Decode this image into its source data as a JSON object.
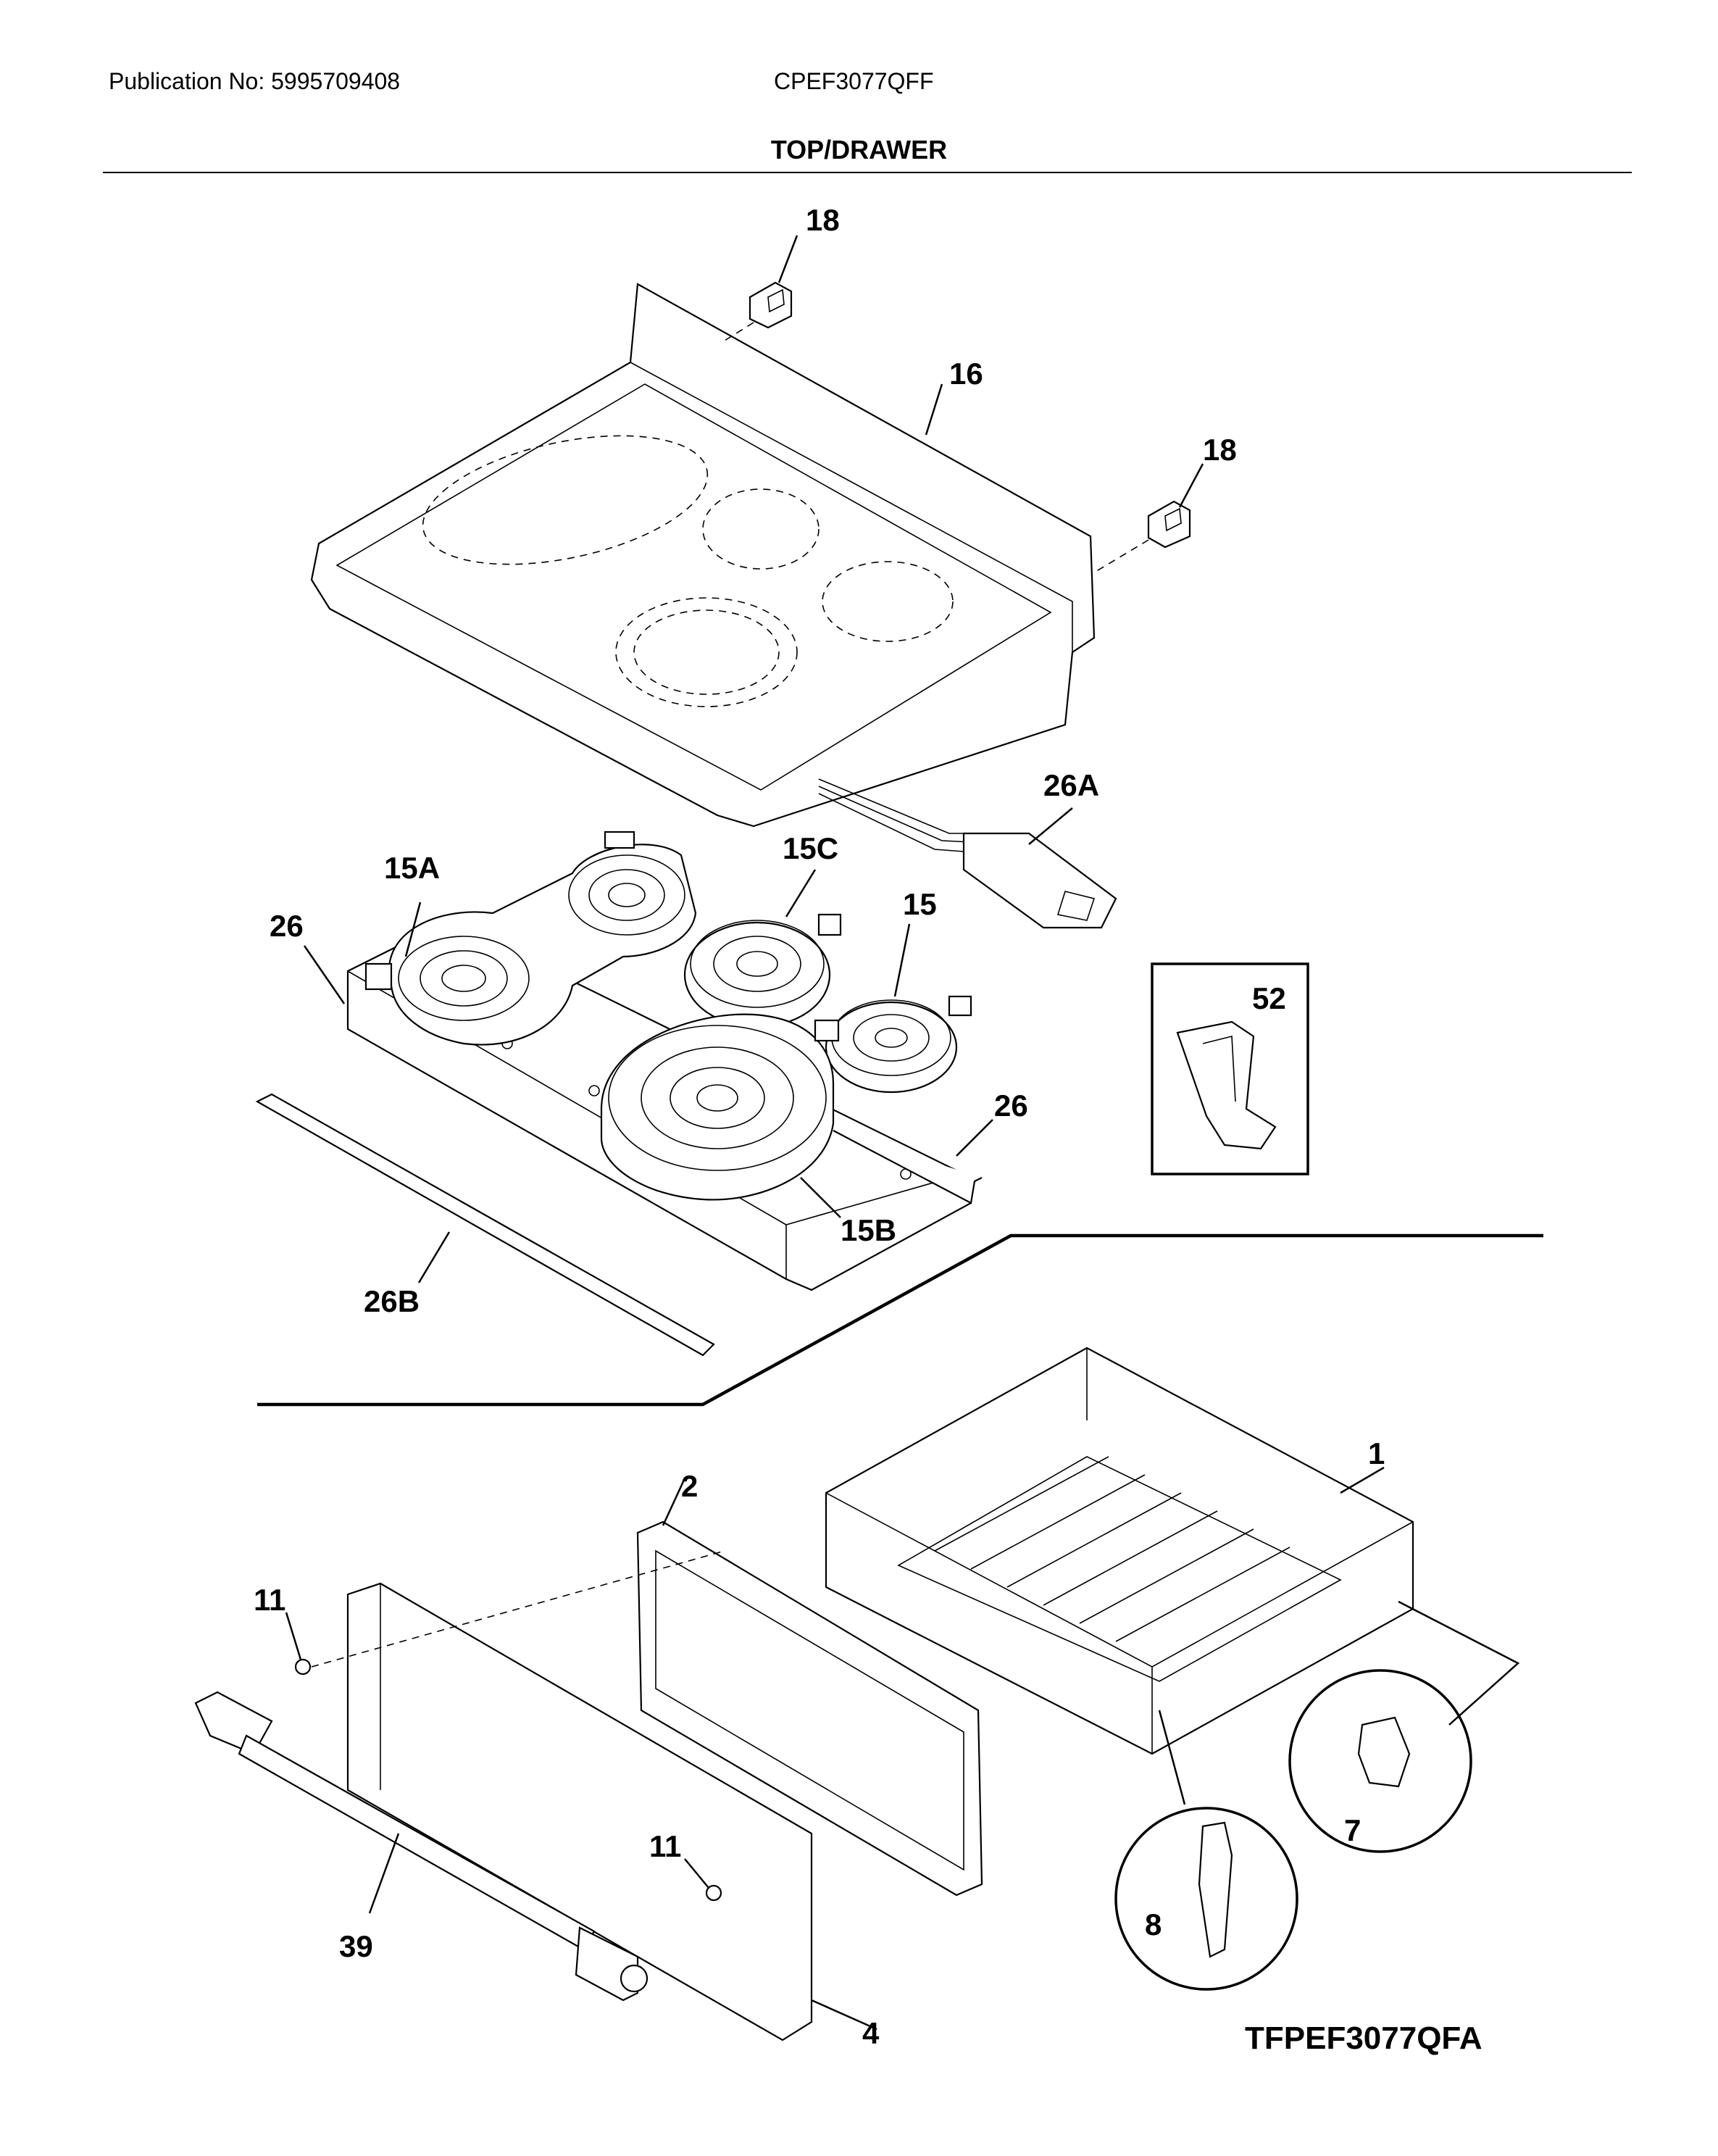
{
  "header": {
    "publication": "Publication No: 5995709408",
    "model": "CPEF3077QFF",
    "section_title": "TOP/DRAWER"
  },
  "callouts": {
    "c18a": "18",
    "c16": "16",
    "c18b": "18",
    "c26a": "26A",
    "c15a": "15A",
    "c15c": "15C",
    "c15": "15",
    "c26_left": "26",
    "c52": "52",
    "c26_right": "26",
    "c15b": "15B",
    "c26b": "26B",
    "c1": "1",
    "c2": "2",
    "c11_top": "11",
    "c7": "7",
    "c11_bottom": "11",
    "c8": "8",
    "c39": "39",
    "c4": "4"
  },
  "footer": {
    "code": "TFPEF3077QFA"
  }
}
